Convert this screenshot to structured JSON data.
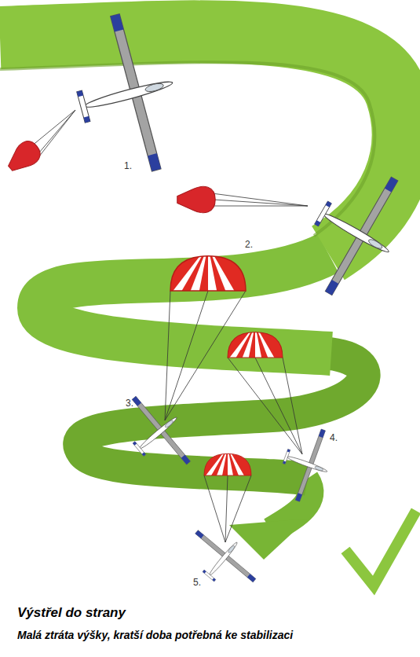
{
  "diagram": {
    "title": "Výstřel do strany",
    "caption": "Malá ztráta výšky, kratší doba potřebná ke stabilizaci",
    "labels": [
      "1.",
      "2.",
      "3.",
      "4.",
      "5."
    ]
  }
}
